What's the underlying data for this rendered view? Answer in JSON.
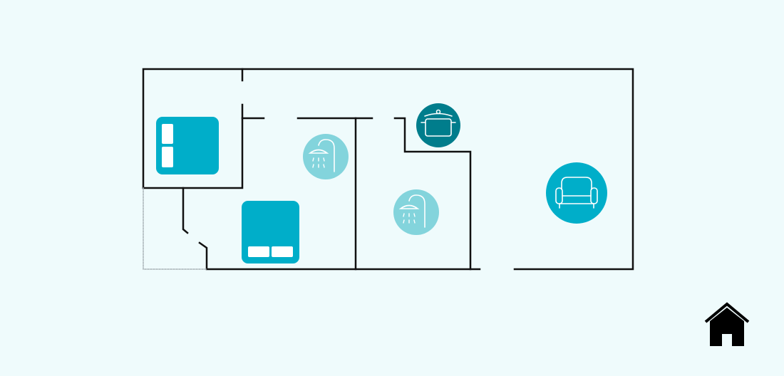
{
  "colors": {
    "background": "#effbfc",
    "wall": "#111111",
    "dotted_wall": "#a9b3b7",
    "bed": "#00aec9",
    "pillow": "#ffffff",
    "shower": "#83d4dc",
    "kitchen": "#007d8c",
    "lounge": "#00aec9",
    "icon_line": "#ffffff",
    "home_icon": "#000000"
  },
  "rooms": [
    {
      "id": "bedroom-1",
      "icon": "double-bed-icon",
      "pillows": "vertical"
    },
    {
      "id": "bedroom-2",
      "icon": "double-bed-icon",
      "pillows": "horizontal"
    },
    {
      "id": "bathroom-1",
      "icon": "shower-icon"
    },
    {
      "id": "bathroom-2",
      "icon": "shower-icon"
    },
    {
      "id": "kitchen",
      "icon": "cooking-pot-icon"
    },
    {
      "id": "living-room",
      "icon": "armchair-icon"
    }
  ],
  "home_button": {
    "icon": "house-icon"
  }
}
